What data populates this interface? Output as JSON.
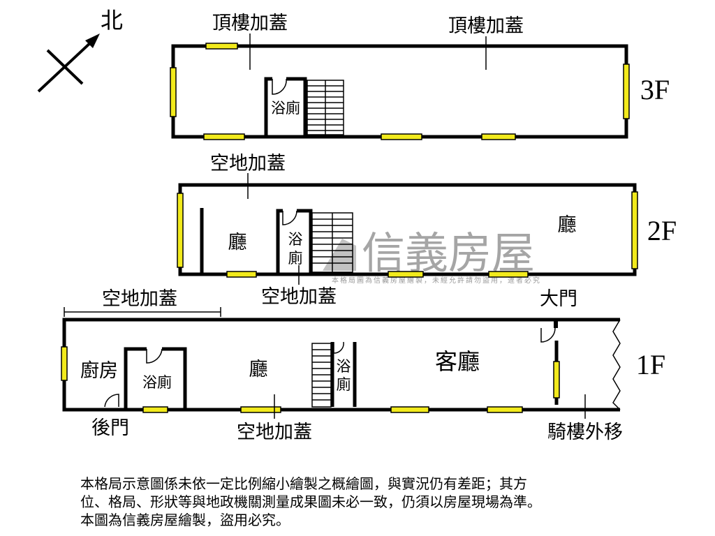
{
  "compass": {
    "north": "北"
  },
  "floor_3f": {
    "label": "3F",
    "rooftop_left": "頂樓加蓋",
    "rooftop_right": "頂樓加蓋",
    "bathroom": "浴廁"
  },
  "floor_2f": {
    "label": "2F",
    "extension": "空地加蓋",
    "hall_left": "廳",
    "hall_right": "廳",
    "bath_top": "浴",
    "bath_bottom": "廁"
  },
  "floor_1f": {
    "label": "1F",
    "extension_top": "空地加蓋",
    "extension_mid": "空地加蓋",
    "extension_bottom": "空地加蓋",
    "kitchen": "廚房",
    "bathroom": "浴廁",
    "hall": "廳",
    "bath_v_top": "浴",
    "bath_v_bottom": "廁",
    "living_room": "客廳",
    "main_door": "大門",
    "back_door": "後門",
    "arcade": "騎樓外移"
  },
  "watermark": {
    "brand": "信義房屋",
    "notice": "本格局圖為信義房屋繪製，未經允許請勿盜用，違者必究"
  },
  "disclaimer": {
    "line1": "本格局示意圖係未依一定比例縮小繪製之概繪圖，與實況仍有差距；其方",
    "line2": "位、格局、形狀等與地政機關測量成果圖未必一致，仍須以房屋現場為準。",
    "line3": "本圖為信義房屋繪製，盜用必究。"
  }
}
